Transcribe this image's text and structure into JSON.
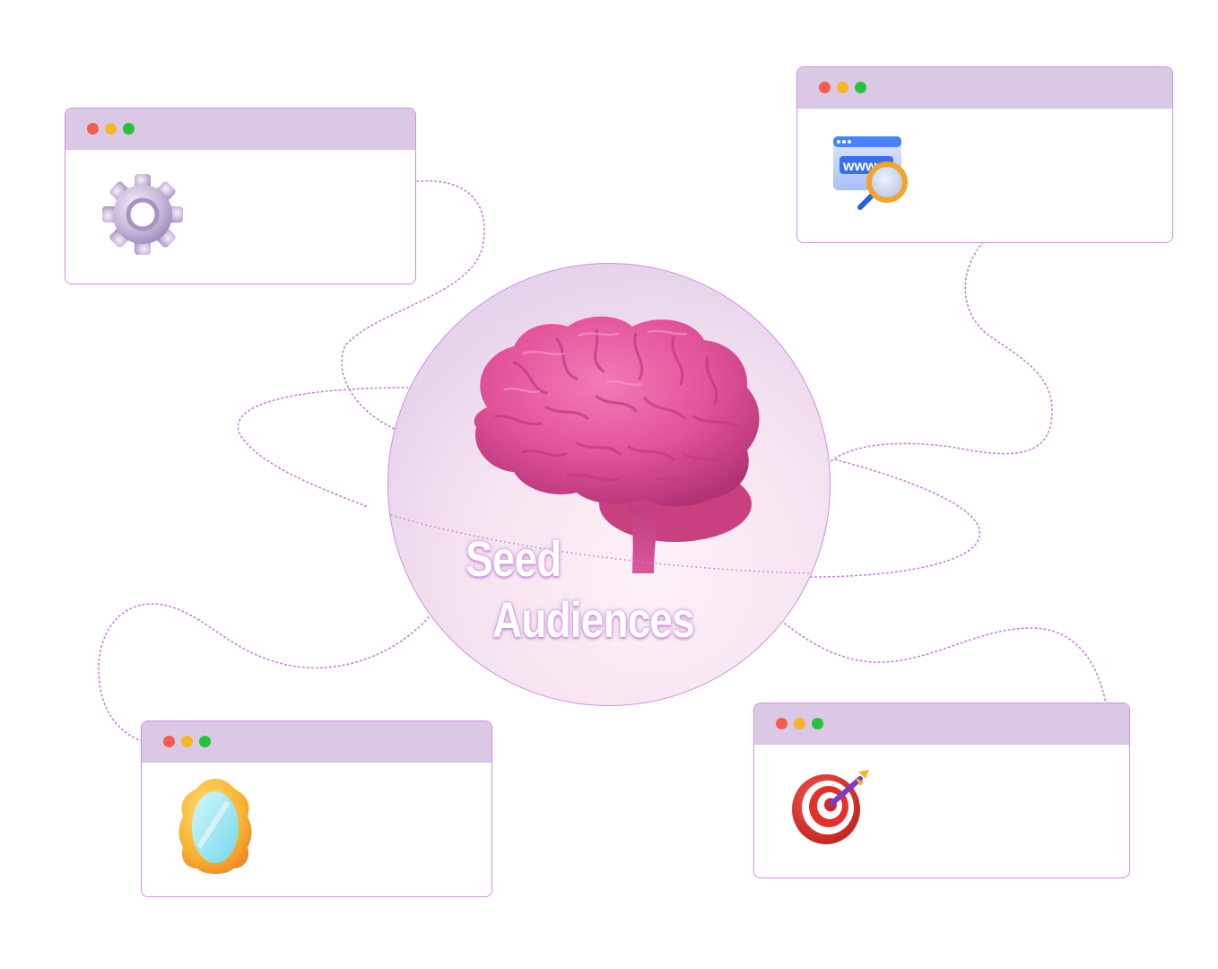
{
  "hub": {
    "line1": "Seed",
    "line2": "Audiences",
    "icon": "brain-icon"
  },
  "windows": [
    {
      "id": "top-left",
      "icon": "gear-icon"
    },
    {
      "id": "top-right",
      "icon": "web-search-icon"
    },
    {
      "id": "bottom-left",
      "icon": "mirror-icon"
    },
    {
      "id": "bottom-right",
      "icon": "target-icon"
    }
  ],
  "colors": {
    "window_border": "#cf8ee6",
    "window_bar": "#dbc8e5",
    "dot_red": "#f45b52",
    "dot_yellow": "#f7b529",
    "dot_green": "#27c13e",
    "connector": "#c77ddb",
    "brain": "#e8559c"
  }
}
